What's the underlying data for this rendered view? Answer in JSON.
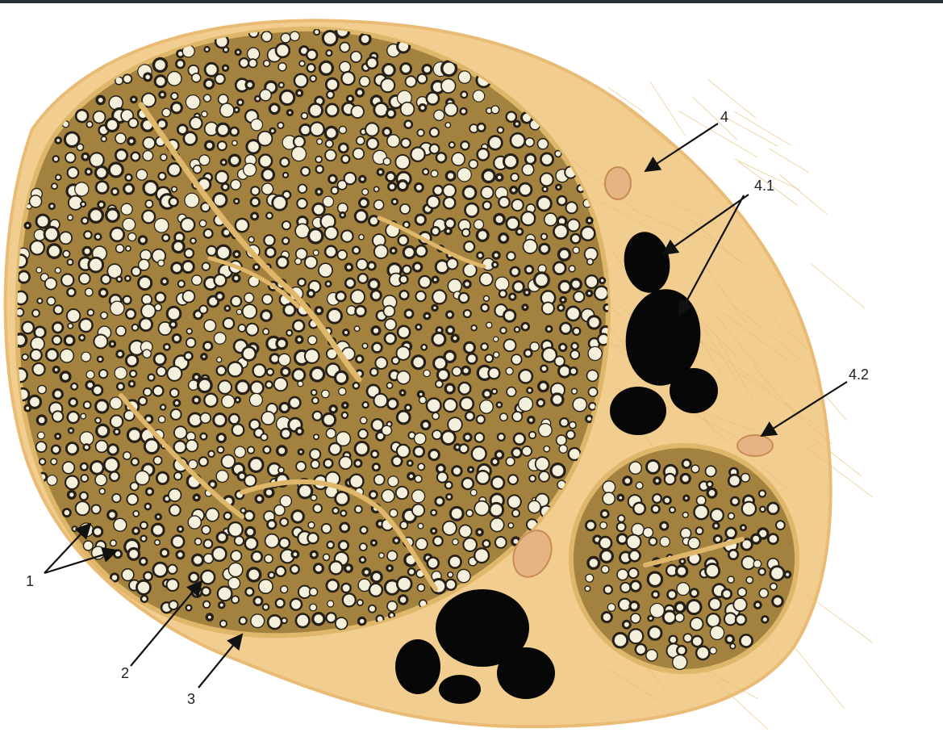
{
  "colors": {
    "epineurium": "#f1cd90",
    "epineurium_edge": "#e9bb74",
    "fascicle_fill": "#a3823f",
    "fascicle_rim": "#dfb76a",
    "fiber_ring": "#262018",
    "fiber_core": "#f5f0dc",
    "adipose": "#070707",
    "vessel_fill": "#e5b482",
    "vessel_edge": "#c78b55",
    "arrow": "#111111"
  },
  "labels": {
    "l1": "1",
    "l2": "2",
    "l3": "3",
    "l4": "4",
    "l41": "4.1",
    "l42": "4.2"
  }
}
